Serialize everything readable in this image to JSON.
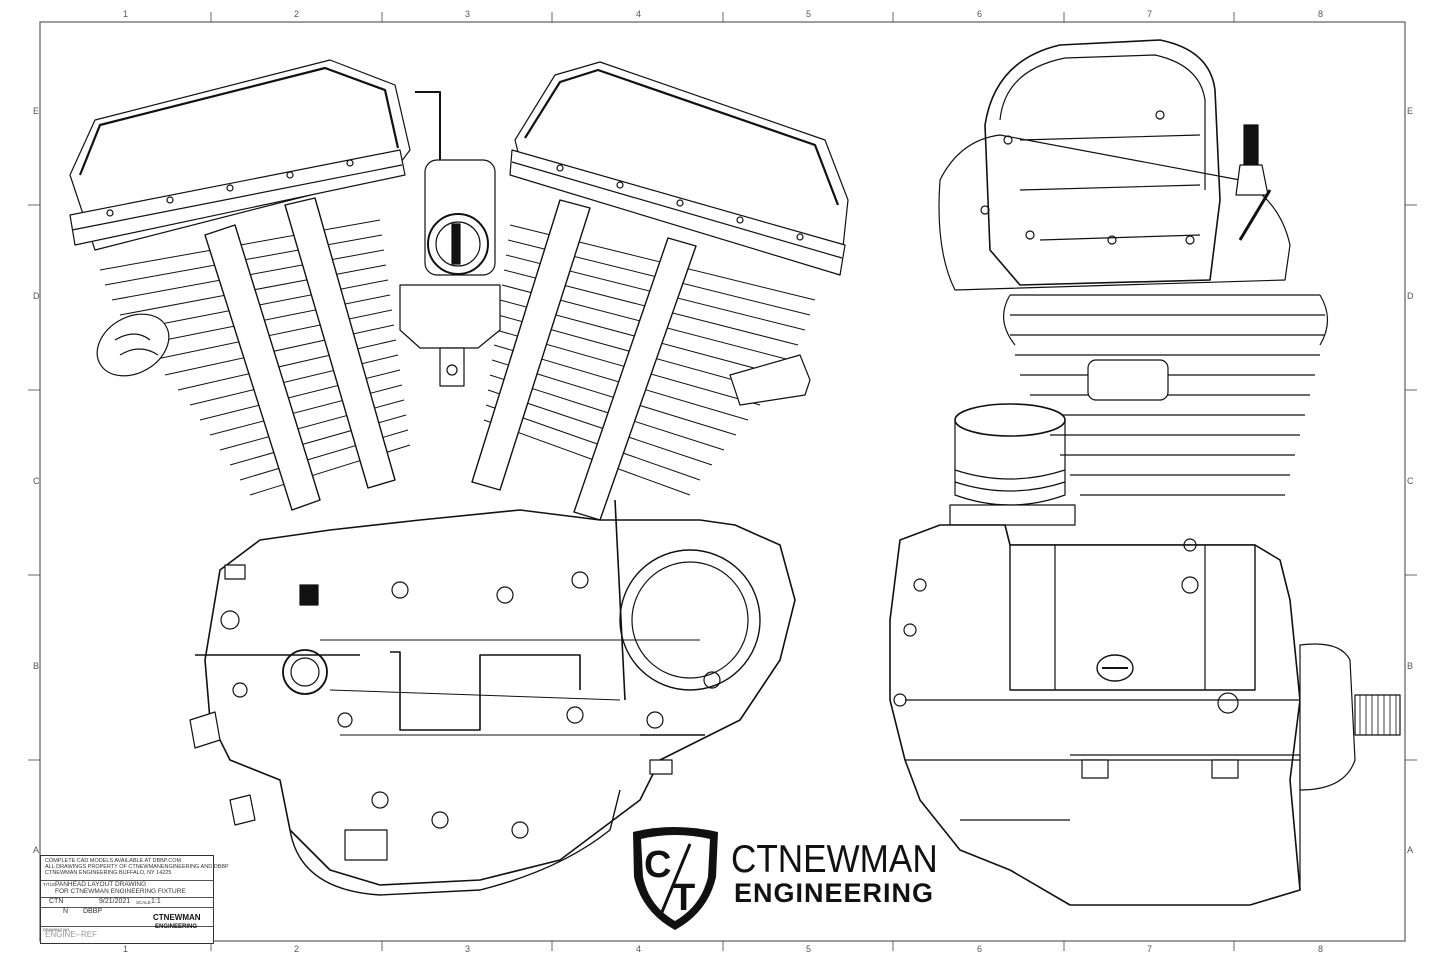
{
  "border": {
    "columns": [
      "1",
      "2",
      "3",
      "4",
      "5",
      "6",
      "7",
      "8"
    ],
    "rows": [
      "E",
      "D",
      "C",
      "B",
      "A"
    ]
  },
  "logo": {
    "monogram_top": "C",
    "monogram_bottom": "T",
    "name": "CTNEWMAN",
    "subtitle": "ENGINEERING"
  },
  "title_block": {
    "notes": [
      "COMPLETE CAD MODELS AVAILABLE AT DBBP.COM",
      "ALL DRAWINGS PROPERTY OF CTNEWMANENGINEERING AND DBBP",
      "CTNEWMAN ENGINEERING BUFFALO, NY 14225"
    ],
    "title_label": "TITLE:",
    "title_line1": "PANHEAD LAYOUT DRAWING",
    "title_line2": "FOR CTNEWMAN ENGINEERING FIXTURE",
    "drawn_by": "CTN",
    "date": "9/21/2021",
    "scale_label": "SCALE",
    "scale": "1:1",
    "checked_by": "DBBP",
    "sheet_letter": "N",
    "drawing_no_label": "DRAWING NO.",
    "drawing_no": "ENGINE--REF",
    "brand_small": "CTNEWMAN",
    "brand_small_sub": "ENGINEERING"
  },
  "colors": {
    "ink": "#111111",
    "frame": "#333333",
    "paper": "#ffffff"
  }
}
